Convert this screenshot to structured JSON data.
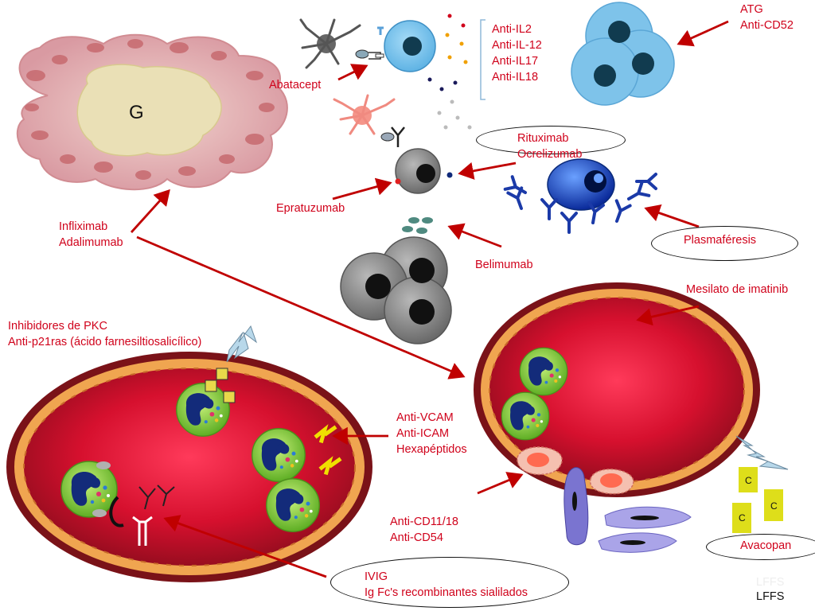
{
  "granuloma_label": "G",
  "labels": {
    "abatacept": "Abatacept",
    "cytokines": [
      "Anti-IL2",
      "Anti-IL-12",
      "Anti-IL17",
      "Anti-IL18"
    ],
    "atg": [
      "ATG",
      "Anti-CD52"
    ],
    "rituximab": [
      "Rituximab",
      "Ocrelizumab"
    ],
    "epratuzumab": "Epratuzumab",
    "plasmapheresis": "Plasmaféresis",
    "belimumab": "Belimumab",
    "infliximab": [
      "Infliximab",
      "Adalimumab"
    ],
    "imatinib": "Mesilato de imatinib",
    "pkc": [
      "Inhibidores de PKC",
      "Anti-p21ras (ácido farnesiltiosalicílico)"
    ],
    "adhesion": [
      "Anti-VCAM",
      "Anti-ICAM",
      "Hexapéptidos"
    ],
    "cd11": [
      "Anti-CD11/18",
      "Anti-CD54"
    ],
    "ivig": [
      "IVIG",
      "Ig Fc's recombinantes sialilados"
    ],
    "avacopan": "Avacopan",
    "c5a": "C",
    "lffs_faded": "LFFS",
    "lffs": "LFFS"
  },
  "colors": {
    "arrow": "#c00000",
    "label": "#d0021b",
    "vessel_wall": "#f0a550",
    "vessel_lumen": "#c8102e",
    "t_cell": "#7ec3ea",
    "b_cell": "#8c8c8c",
    "neutrophil": "#7dc93a",
    "receptor": "#f2e600",
    "complement": "#dede1a",
    "granuloma": "#e9c2c2"
  },
  "icons": [
    "dendritic-cell-icon",
    "t-cell-icon",
    "plasma-cell-icon",
    "antibody-icon",
    "neutrophil-icon",
    "lightning-icon",
    "endothelial-cell-icon",
    "complement-c5a-icon"
  ]
}
